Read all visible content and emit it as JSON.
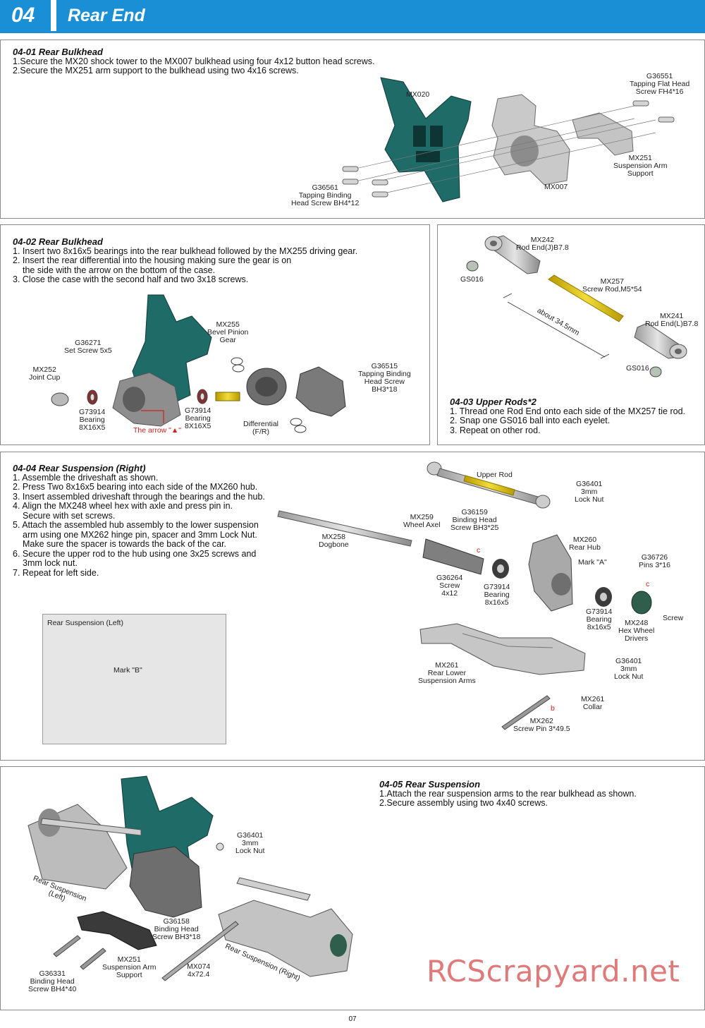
{
  "header": {
    "number": "04",
    "title": "Rear End"
  },
  "s1": {
    "title": "04-01  Rear Bulkhead",
    "lines": [
      "1.Secure the MX20 shock tower to the MX007 bulkhead using four 4x12 button head screws.",
      "2.Secure the MX251 arm support to the bulkhead using two 4x16 screws."
    ],
    "labels": {
      "mx020": "MX020",
      "g36551": [
        "G36551",
        "Tapping Flat Head",
        "Screw FH4*16"
      ],
      "mx251": [
        "MX251",
        "Suspension Arm",
        "Support"
      ],
      "mx007": "MX007",
      "g36561": [
        "G36561",
        "Tapping Binding",
        "Head Screw BH4*12"
      ]
    }
  },
  "s2": {
    "title": "04-02  Rear Bulkhead",
    "lines": [
      "1. Insert two 8x16x5 bearings into the rear bulkhead followed by the MX255 driving gear.",
      "2. Insert the rear differential into the housing making sure the gear is on",
      "the side with the arrow on the bottom of the case.",
      "3. Close the case with the second half and two 3x18 screws."
    ],
    "labels": {
      "mx255": [
        "MX255",
        "Bevel Pinion",
        "Gear"
      ],
      "g36271": [
        "G36271",
        "Set Screw 5x5"
      ],
      "mx252": [
        "MX252",
        "Joint Cup"
      ],
      "g73914a": [
        "G73914",
        "Bearing",
        "8X16X5"
      ],
      "arrow": "The arrow \"▲\"",
      "g73914b": [
        "G73914",
        "Bearing",
        "8X16X5"
      ],
      "diff": [
        "Differential",
        "(F/R)"
      ],
      "g36515": [
        "G36515",
        "Tapping Binding",
        "Head Screw",
        "BH3*18"
      ]
    }
  },
  "s3": {
    "title": "04-03  Upper Rods*2",
    "lines": [
      "1. Thread one Rod End onto each side of the MX257 tie rod.",
      "2. Snap one GS016 ball into each eyelet.",
      "3. Repeat on other rod."
    ],
    "labels": {
      "mx242": [
        "MX242",
        "Rod End(J)B7.8"
      ],
      "gs016a": "GS016",
      "mx257": [
        "MX257",
        "Screw Rod,M5*54"
      ],
      "about": "about 34.5mm",
      "mx241": [
        "MX241",
        "Rod End(L)B7.8"
      ],
      "gs016b": "GS016"
    }
  },
  "s4": {
    "title": "04-04  Rear Suspension (Right)",
    "lines": [
      "1. Assemble the driveshaft as shown.",
      "2. Press Two 8x16x5 bearing into each side of the MX260 hub.",
      "3. Insert assembled driveshaft through the bearings and the hub.",
      "4. Align the MX248 wheel hex with axle and press pin in.",
      "Secure with set screws.",
      "5. Attach the assembled hub assembly to the lower suspension",
      "arm using one MX262 hinge pin, spacer and 3mm Lock Nut.",
      "Make sure the spacer is towards the back of the car.",
      "6. Secure the upper rod to the hub using one 3x25 screws and",
      "3mm lock nut.",
      "7. Repeat for left side."
    ],
    "inset": {
      "caption": "Rear Suspension (Left)",
      "mark": "Mark \"B\""
    },
    "labels": {
      "upper": "Upper Rod",
      "g36401a": [
        "G36401",
        "3mm",
        "Lock Nut"
      ],
      "mx259": [
        "MX259",
        "Wheel Axel"
      ],
      "g36159": [
        "G36159",
        "Binding Head",
        "Screw BH3*25"
      ],
      "mx258": [
        "MX258",
        "Dogbone"
      ],
      "mx260": [
        "MX260",
        "Rear Hub"
      ],
      "marka": "Mark \"A\"",
      "g36726": [
        "G36726",
        "Pins 3*16"
      ],
      "g36264": [
        "G36264",
        "Screw",
        "4x12"
      ],
      "g73914": [
        "G73914",
        "Bearing",
        "8x16x5"
      ],
      "g73914b": [
        "G73914",
        "Bearing",
        "8x16x5"
      ],
      "mx248": [
        "MX248",
        "Hex Wheel",
        "Drivers"
      ],
      "screw": "Screw",
      "mx261": [
        "MX261",
        "Rear Lower",
        "Suspension Arms"
      ],
      "g36401b": [
        "G36401",
        "3mm",
        "Lock Nut"
      ],
      "collar": [
        "MX261",
        "Collar"
      ],
      "mx262": [
        "MX262",
        "Screw Pin 3*49.5"
      ],
      "c": "c",
      "b": "b"
    }
  },
  "s5": {
    "title": "04-05  Rear Suspension",
    "lines": [
      "1.Attach the rear suspension arms to the rear bulkhead as shown.",
      "2.Secure assembly using two 4x40 screws."
    ],
    "labels": {
      "g36401": [
        "G36401",
        "3mm",
        "Lock Nut"
      ],
      "left": "Rear Suspension (Left)",
      "g36158": [
        "G36158",
        "Binding Head",
        "Screw BH3*18"
      ],
      "right": "Rear Suspension (Right)",
      "g36331": [
        "G36331",
        "Binding Head",
        "Screw BH4*40"
      ],
      "mx251": [
        "MX251",
        "Suspension Arm",
        "Support"
      ],
      "mx074": [
        "MX074",
        "4x72.4"
      ]
    }
  },
  "watermark": "RCScrapyard.net",
  "page_number": "07",
  "colors": {
    "header": "#1b8fd6",
    "tower": "#1e6b68",
    "rod": "#d8b800",
    "watermark": "#e07a7a"
  }
}
